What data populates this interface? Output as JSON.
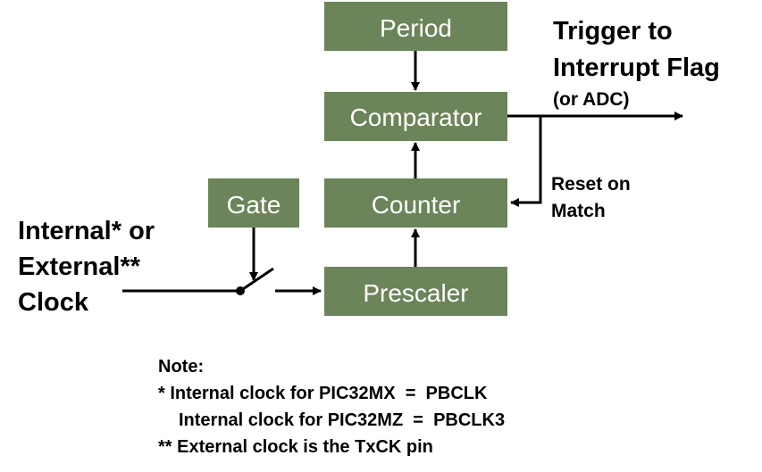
{
  "colors": {
    "block_fill": "#6b8459",
    "block_text": "#ffffff",
    "line": "#000000",
    "background": "#ffffff"
  },
  "blocks": {
    "period": "Period",
    "comparator": "Comparator",
    "counter": "Counter",
    "gate": "Gate",
    "prescaler": "Prescaler"
  },
  "labels": {
    "trigger_line1": "Trigger to",
    "trigger_line2": "Interrupt Flag",
    "trigger_line3": "(or ADC)",
    "reset_line1": "Reset on",
    "reset_line2": "Match",
    "clock_line1": "Internal* or",
    "clock_line2": "External**",
    "clock_line3": "Clock"
  },
  "notes": {
    "title": "Note:",
    "line1": "* Internal clock for PIC32MX  =  PBCLK",
    "line2": "Internal clock for PIC32MZ  =  PBCLK3",
    "line3": "** External clock is the TxCK pin"
  }
}
